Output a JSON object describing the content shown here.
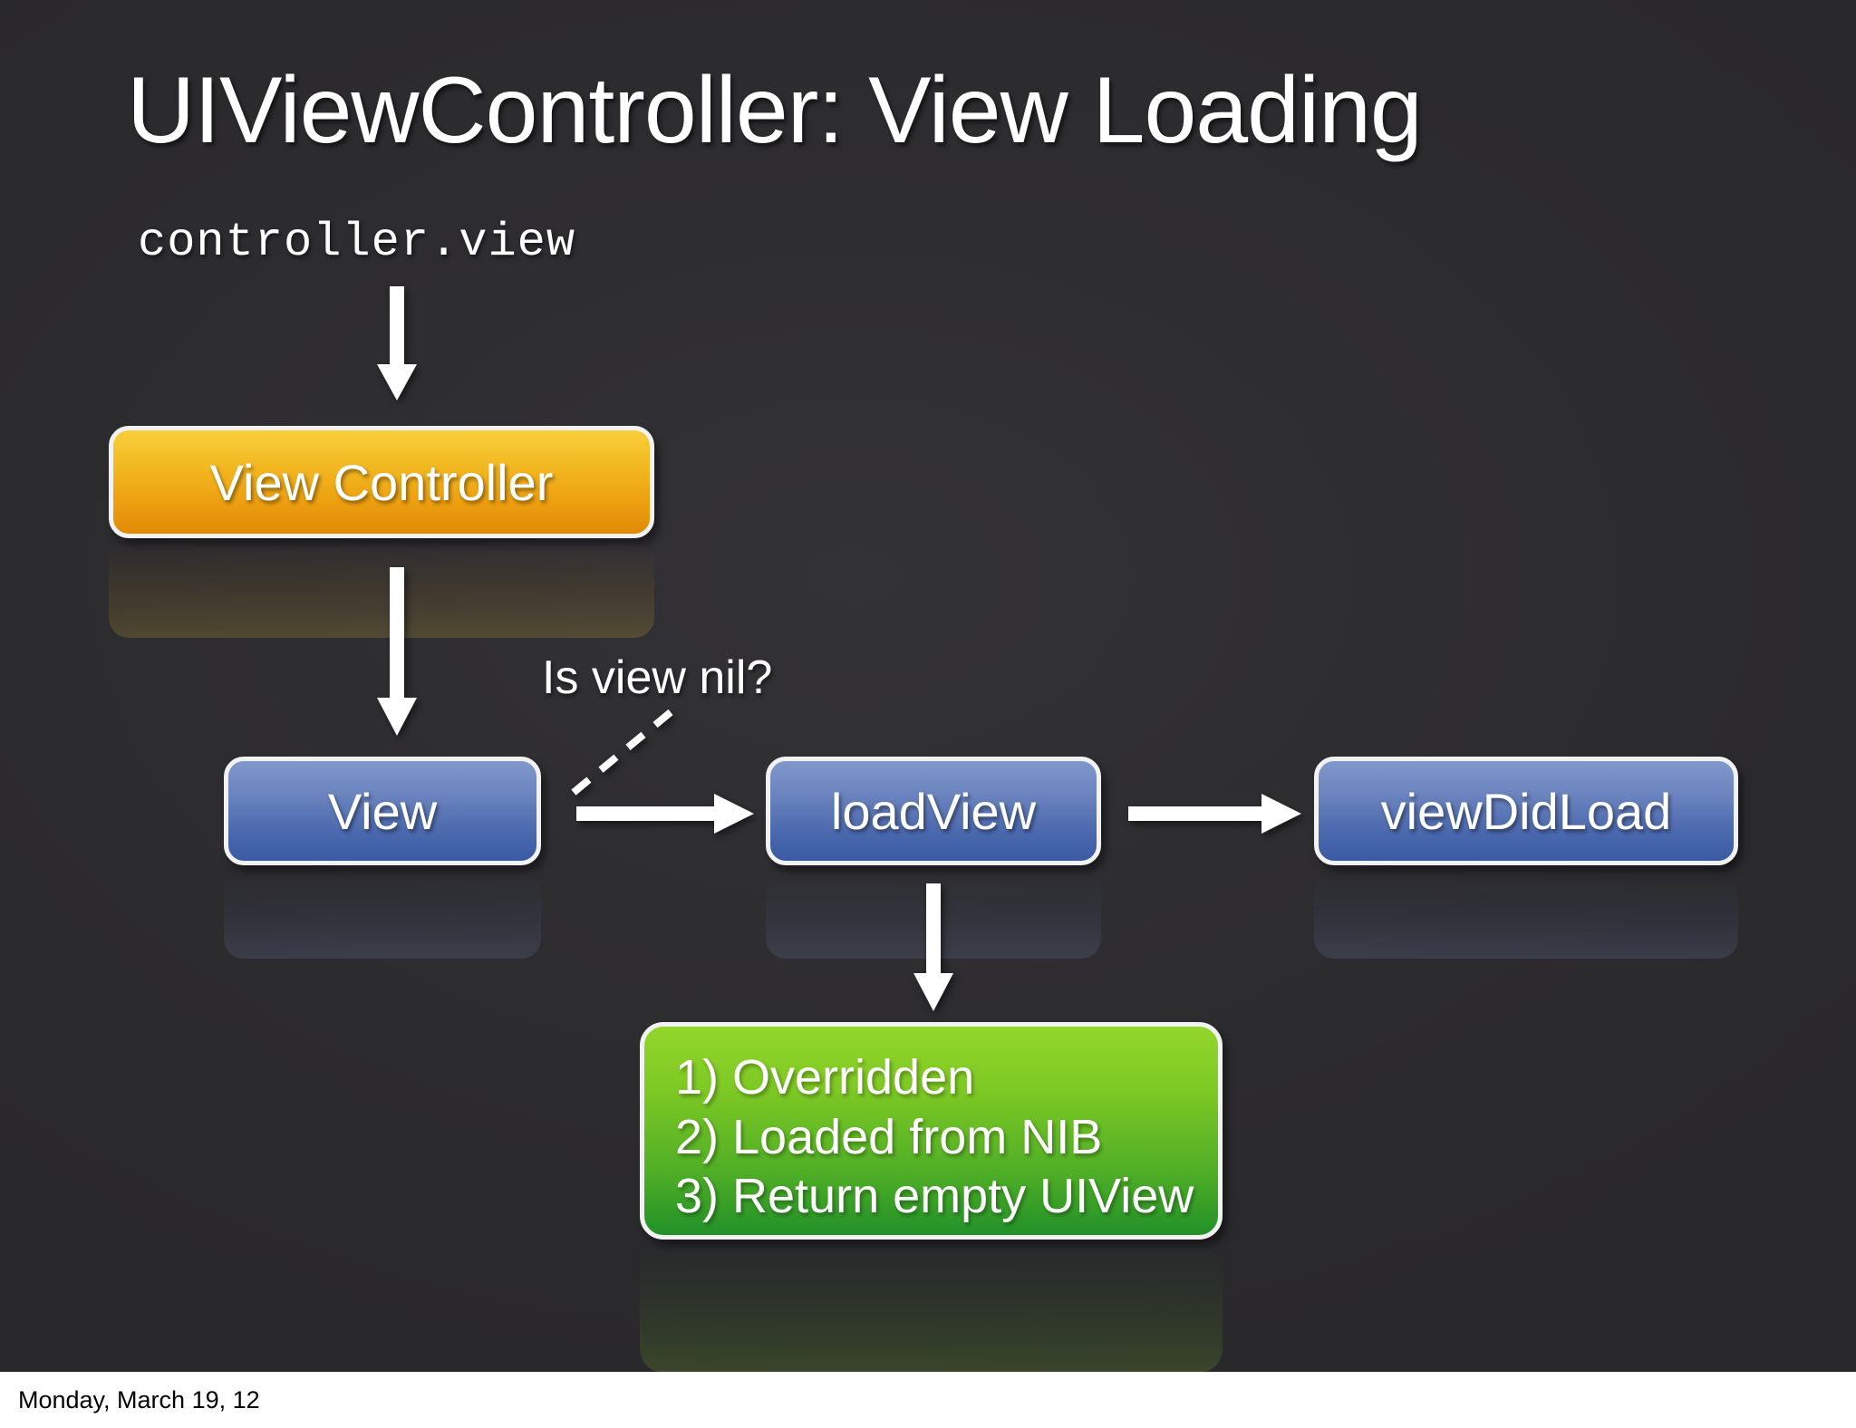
{
  "slide": {
    "title": "UIViewController: View Loading",
    "code_label": "controller.view",
    "footer_date": "Monday, March 19, 12",
    "background_color": "#2c2b2e",
    "footer_background": "#ffffff"
  },
  "annotations": {
    "is_view_nil": "Is view nil?"
  },
  "nodes": {
    "view_controller": {
      "label": "View Controller",
      "color": "#ed9f10",
      "kind": "orange"
    },
    "view": {
      "label": "View",
      "color": "#4a68ad",
      "kind": "blue"
    },
    "load_view": {
      "label": "loadView",
      "color": "#4a68ad",
      "kind": "blue"
    },
    "view_did_load": {
      "label": "viewDidLoad",
      "color": "#4a68ad",
      "kind": "blue"
    }
  },
  "load_view_options": {
    "color": "#4fae26",
    "items": [
      "1) Overridden",
      "2) Loaded from NIB",
      "3) Return empty UIView"
    ]
  },
  "flow": {
    "edges": [
      {
        "from": "controller.view",
        "to": "View Controller",
        "direction": "down"
      },
      {
        "from": "View Controller",
        "to": "View",
        "direction": "down"
      },
      {
        "from": "View",
        "to": "loadView",
        "direction": "right",
        "condition": "Is view nil?"
      },
      {
        "from": "loadView",
        "to": "viewDidLoad",
        "direction": "right"
      },
      {
        "from": "loadView",
        "to": "loadView options",
        "direction": "down"
      }
    ]
  }
}
